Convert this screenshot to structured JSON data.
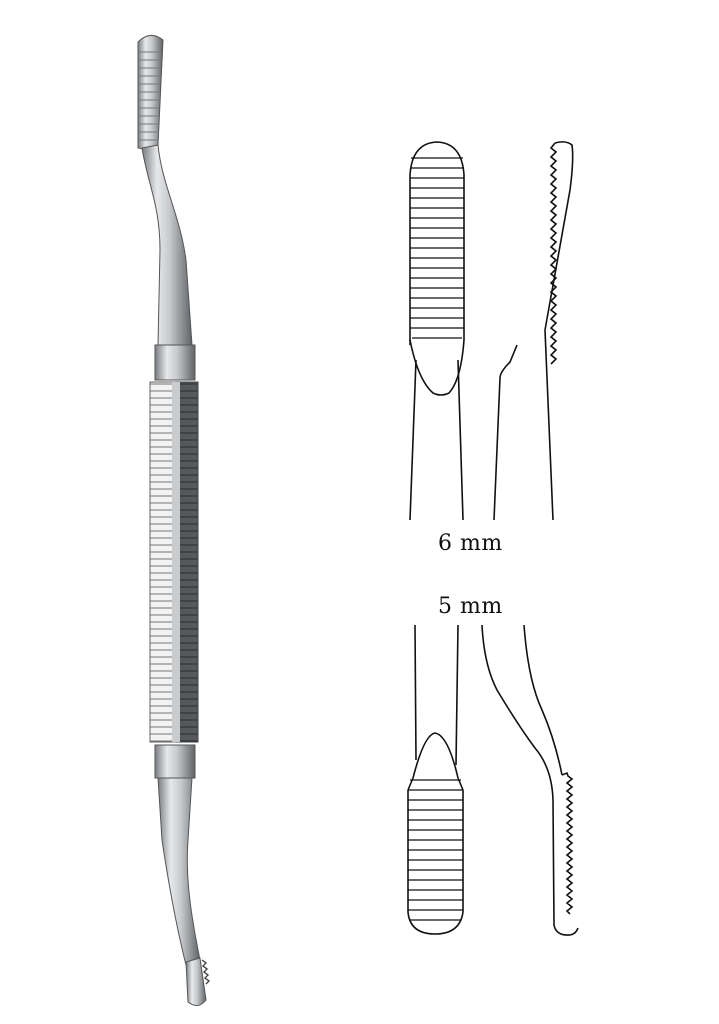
{
  "figure": {
    "subject": "double-ended serrated dental/periosteal instrument",
    "background": "#ffffff",
    "line_color": "#111111"
  },
  "labels": {
    "top_width": "6 mm",
    "bottom_width": "5 mm"
  },
  "views": {
    "photo": "instrument-illustration",
    "top_tip_front": "6mm-tip-front-view",
    "top_tip_side": "6mm-tip-side-view",
    "bottom_tip_front": "5mm-tip-front-view",
    "bottom_tip_side": "5mm-tip-side-view"
  }
}
